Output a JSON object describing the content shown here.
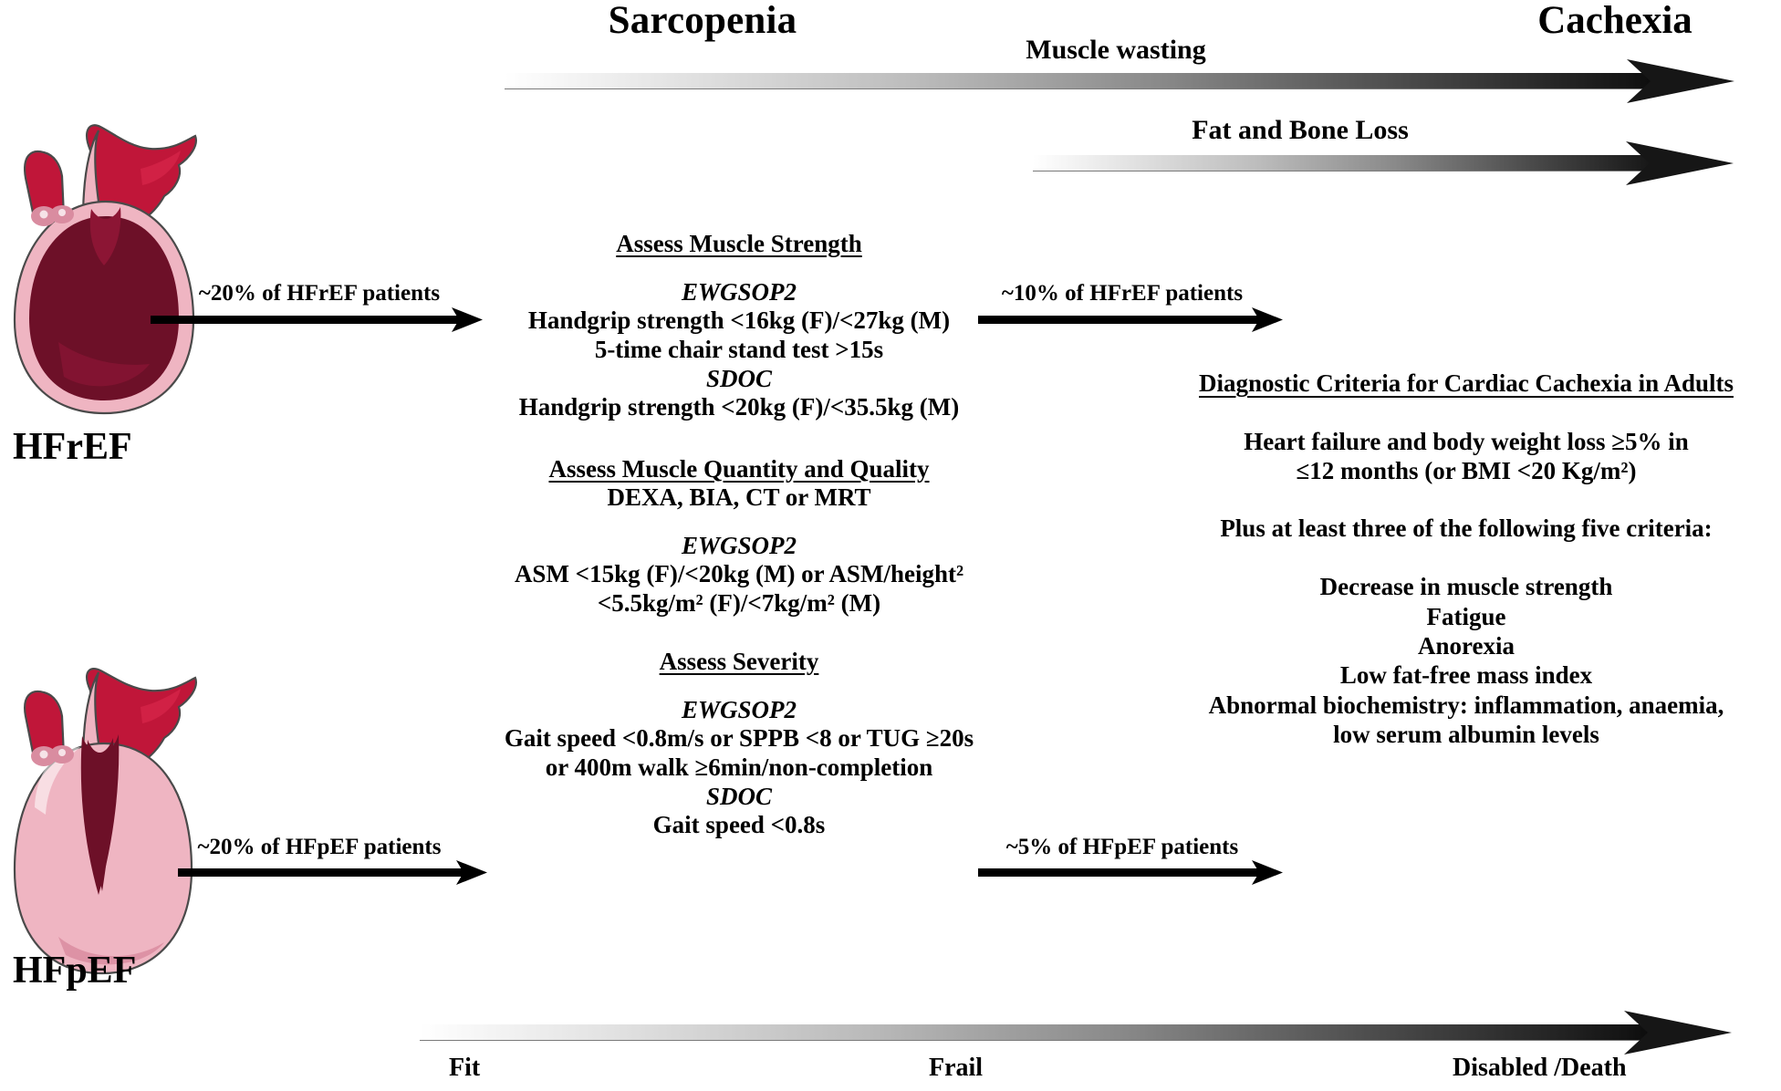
{
  "headings": {
    "sarcopenia": "Sarcopenia",
    "cachexia": "Cachexia"
  },
  "progression_arrows": [
    {
      "name": "muscle-wasting",
      "label": "Muscle wasting"
    },
    {
      "name": "fat-and-bone-loss",
      "label": "Fat and Bone Loss"
    }
  ],
  "phenotypes": [
    {
      "id": "hfref",
      "label": "HFrEF",
      "icon": "dilated-heart-icon"
    },
    {
      "id": "hfpef",
      "label": "HFpEF",
      "icon": "hypertrophied-heart-icon"
    }
  ],
  "transition_arrows": [
    {
      "name": "hfref-to-sarcopenia",
      "label": "~20% of HFrEF patients"
    },
    {
      "name": "hfref-to-cachexia",
      "label": "~10% of HFrEF patients"
    },
    {
      "name": "hfpef-to-sarcopenia",
      "label": "~20% of HFpEF patients"
    },
    {
      "name": "hfpef-to-cachexia",
      "label": "~5% of HFpEF patients"
    }
  ],
  "assessment": {
    "strength": {
      "heading": "Assess Muscle Strength",
      "groups": [
        {
          "source": "EWGSOP2",
          "lines": [
            "Handgrip strength <16kg (F)/<27kg (M)",
            "5-time chair stand test >15s"
          ]
        },
        {
          "source": "SDOC",
          "lines": [
            "Handgrip strength <20kg (F)/<35.5kg (M)"
          ]
        }
      ]
    },
    "quantity": {
      "heading": "Assess Muscle Quantity and Quality",
      "subtitle": "DEXA, BIA, CT or MRT",
      "groups": [
        {
          "source": "EWGSOP2",
          "lines": [
            "ASM <15kg (F)/<20kg (M) or ASM/height²",
            "<5.5kg/m² (F)/<7kg/m² (M)"
          ]
        }
      ]
    },
    "severity": {
      "heading": "Assess Severity",
      "groups": [
        {
          "source": "EWGSOP2",
          "lines": [
            "Gait speed <0.8m/s or SPPB <8 or TUG ≥20s",
            "or 400m walk ≥6min/non-completion"
          ]
        },
        {
          "source": "SDOC",
          "lines": [
            "Gait speed <0.8s"
          ]
        }
      ]
    }
  },
  "cachexia_criteria": {
    "heading": "Diagnostic Criteria for Cardiac Cachexia in Adults",
    "primary": [
      "Heart failure and body weight loss ≥5% in",
      "≤12 months (or BMI <20 Kg/m²)"
    ],
    "qualifier": "Plus at least three of the following five criteria:",
    "items": [
      "Decrease in muscle strength",
      "Fatigue",
      "Anorexia",
      "Low fat-free mass index",
      "Abnormal biochemistry: inflammation, anaemia,",
      "low serum albumin levels"
    ]
  },
  "frailty_scale": {
    "name": "frailty-continuum",
    "stages": [
      "Fit",
      "Frail",
      "Disabled /Death"
    ]
  },
  "colors": {
    "blood_dark": "#6d1028",
    "blood_mid": "#8c1534",
    "crimson": "#c01639",
    "crimson_light": "#d42348",
    "myocardium_pink": "#efb5c2",
    "myocardium_pink_dark": "#d98ca0",
    "outline": "#4a4a4a",
    "arrow_black": "#000000"
  }
}
